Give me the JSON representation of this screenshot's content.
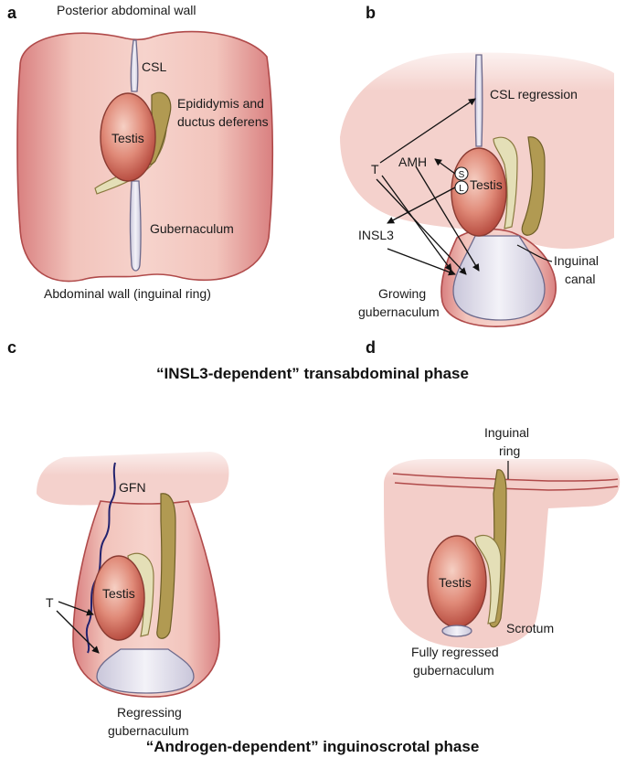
{
  "panels": {
    "a": {
      "letter": "a",
      "labels": {
        "top": "Posterior abdominal wall",
        "csl": "CSL",
        "epid1": "Epididymis and",
        "epid2": "ductus deferens",
        "testis": "Testis",
        "gub": "Gubernaculum",
        "bottom": "Abdominal wall (inguinal ring)"
      }
    },
    "b": {
      "letter": "b",
      "labels": {
        "csl": "CSL regression",
        "t": "T",
        "amh": "AMH",
        "s": "S",
        "l": "L",
        "testis": "Testis",
        "insl3": "INSL3",
        "canal1": "Inguinal",
        "canal2": "canal",
        "gub1": "Growing",
        "gub2": "gubernaculum"
      }
    },
    "c": {
      "letter": "c",
      "labels": {
        "gfn": "GFN",
        "t": "T",
        "testis": "Testis",
        "gub1": "Regressing",
        "gub2": "gubernaculum"
      }
    },
    "d": {
      "letter": "d",
      "labels": {
        "ring1": "Inguinal",
        "ring2": "ring",
        "testis": "Testis",
        "scrotum": "Scrotum",
        "gub1": "Fully regressed",
        "gub2": "gubernaculum"
      }
    }
  },
  "phases": {
    "transabdominal": "“INSL3-dependent” transabdominal phase",
    "inguinoscrotal": "“Androgen-dependent” inguinoscrotal phase"
  }
}
